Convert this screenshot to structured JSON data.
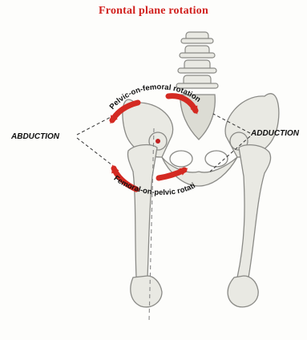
{
  "title": "Frontal plane rotation",
  "labels": {
    "left_motion": "ABDUCTION",
    "right_motion": "ADDUCTION",
    "pelvic_on_femoral": "Pelvic-on-femoral rotation",
    "femoral_on_pelvic": "Femoral-on-pelvic rotation"
  },
  "colors": {
    "title": "#d1211e",
    "arrow": "#d42a22",
    "bone": "#e9e9e3",
    "bone_outline": "#8a8a86"
  }
}
